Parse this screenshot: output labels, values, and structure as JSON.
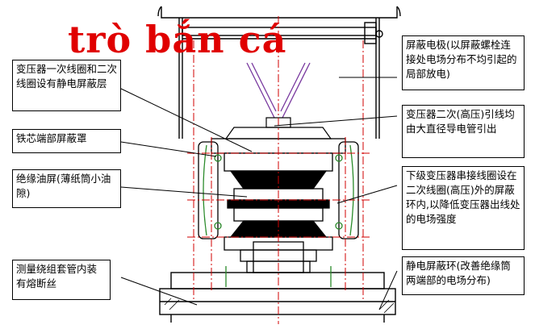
{
  "watermark": {
    "text": "trò bắn cá",
    "color": "#e00000"
  },
  "labels_left": {
    "l1": "变压器一次线圈和二次线圈设有静电屏蔽层",
    "l2": "铁芯端部屏蔽罩",
    "l3": "绝缘油屏(薄纸筒小油隙)",
    "l4": "测量绕组套管内装有熔断丝"
  },
  "labels_right": {
    "r1": "屏蔽电极(以屏蔽螺栓连接处电场分布不均引起的局部放电)",
    "r2": "变压器二次(高压)引线均由大直径导电管引出",
    "r3": "下级变压器串接线圈设在二次线圈(高压)外的屏蔽环内,以降低变压器出线处的电场强度",
    "r4": "静电屏蔽环(改善绝缘筒两端部的电场分布)"
  },
  "colors": {
    "drawing": "#000000",
    "centerline": "#d00000",
    "shield": "#2a8a2a",
    "conductor": "#7a3aa0"
  }
}
